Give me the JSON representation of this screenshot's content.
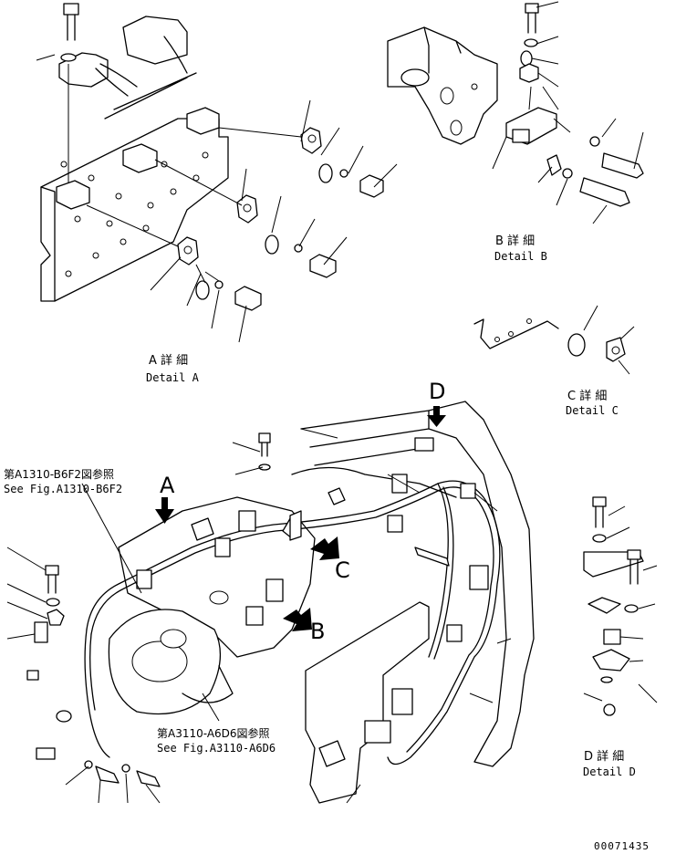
{
  "details": {
    "a": {
      "jp": "A 詳 細",
      "en": "Detail A"
    },
    "b": {
      "jp": "B 詳 細",
      "en": "Detail B"
    },
    "c": {
      "jp": "C 詳 細",
      "en": "Detail C"
    },
    "d": {
      "jp": "D 詳 細",
      "en": "Detail D"
    }
  },
  "view_letters": {
    "a": "A",
    "b": "B",
    "c": "C",
    "d": "D"
  },
  "references": {
    "ref1": {
      "jp": "第A1310-B6F2図参照",
      "en": "See Fig.A1310-B6F2"
    },
    "ref2": {
      "jp": "第A3110-A6D6図参照",
      "en": "See Fig.A3110-A6D6"
    }
  },
  "drawing_number": "00071435"
}
